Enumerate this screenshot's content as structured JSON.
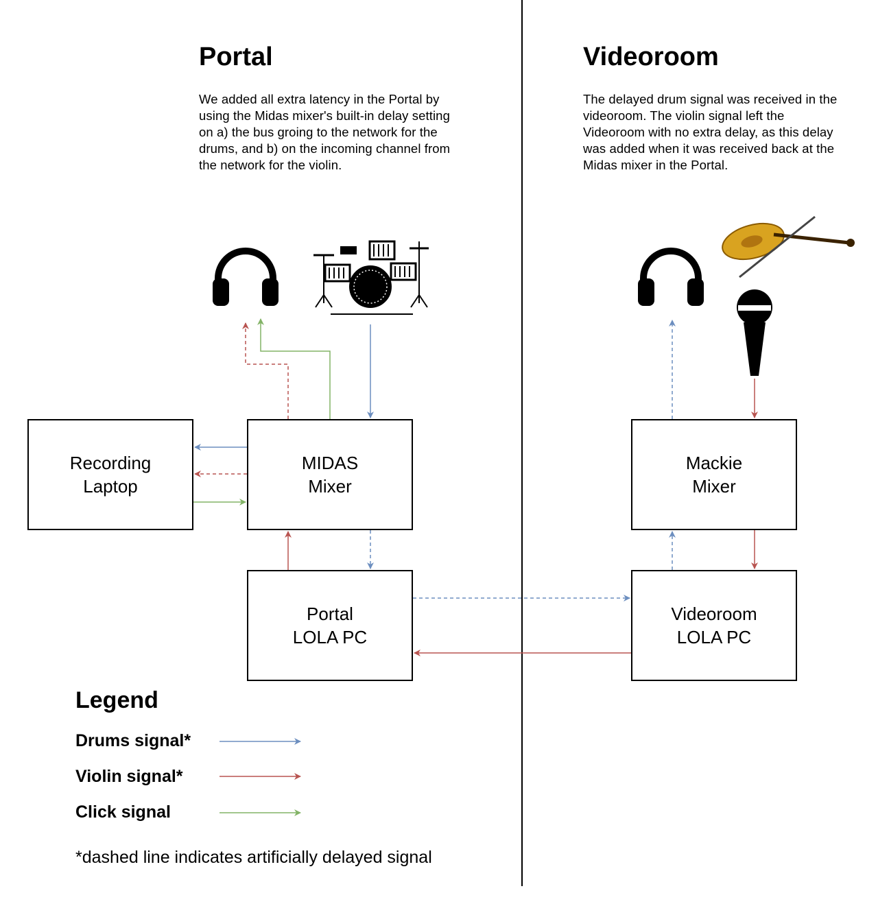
{
  "sections": {
    "portal": {
      "title": "Portal",
      "description": "We added all extra latency in the Portal by using the Midas mixer's built-in delay setting on a) the bus groing to the network for the drums, and b) on the incoming channel from the network for the violin."
    },
    "videoroom": {
      "title": "Videoroom",
      "description": "The delayed drum signal was received in the videoroom. The violin signal left the Videoroom with no extra delay, as this delay was added when it was received back at the Midas mixer in the Portal."
    }
  },
  "nodes": {
    "recording_laptop": {
      "line1": "Recording",
      "line2": "Laptop"
    },
    "midas_mixer": {
      "line1": "MIDAS",
      "line2": "Mixer"
    },
    "portal_lola": {
      "line1": "Portal",
      "line2": "LOLA PC"
    },
    "mackie_mixer": {
      "line1": "Mackie",
      "line2": "Mixer"
    },
    "videoroom_lola": {
      "line1": "Videoroom",
      "line2": "LOLA PC"
    }
  },
  "icons": [
    "headphones-icon",
    "drum-kit-icon",
    "headphones-icon",
    "violin-icon",
    "microphone-icon"
  ],
  "legend": {
    "title": "Legend",
    "items": [
      {
        "label": "Drums signal*",
        "color": "#6c8ebf"
      },
      {
        "label": "Violin signal*",
        "color": "#b85450"
      },
      {
        "label": "Click signal",
        "color": "#82b366"
      }
    ],
    "footnote": "*dashed line indicates artificially delayed signal"
  },
  "colors": {
    "drums": "#6c8ebf",
    "violin": "#b85450",
    "click": "#82b366"
  }
}
